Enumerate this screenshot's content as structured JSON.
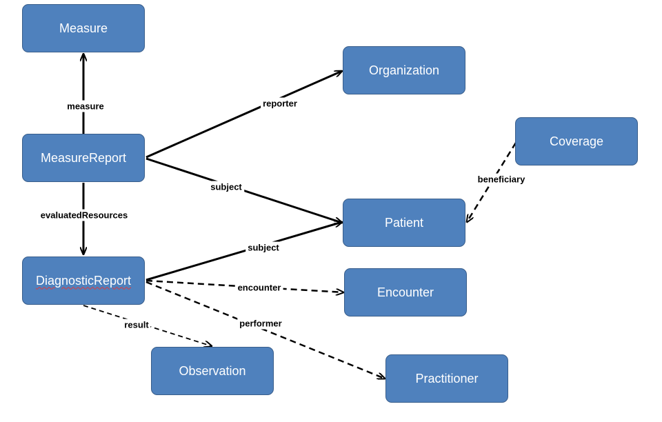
{
  "diagram": {
    "nodes": {
      "measure": "Measure",
      "measure_report": "MeasureReport",
      "diagnostic_report": "DiagnosticReport",
      "observation": "Observation",
      "organization": "Organization",
      "coverage": "Coverage",
      "patient": "Patient",
      "encounter": "Encounter",
      "practitioner": "Practitioner"
    },
    "edges": {
      "measure": "measure",
      "reporter": "reporter",
      "subject_report": "subject",
      "evaluated_resources": "evaluatedResources",
      "subject_diagnostic": "subject",
      "beneficiary": "beneficiary",
      "encounter": "encounter",
      "performer": "performer",
      "result": "result"
    }
  },
  "colors": {
    "node_fill": "#4f81bd",
    "node_border": "#385d8a",
    "node_text": "#ffffff",
    "edge": "#000000"
  }
}
